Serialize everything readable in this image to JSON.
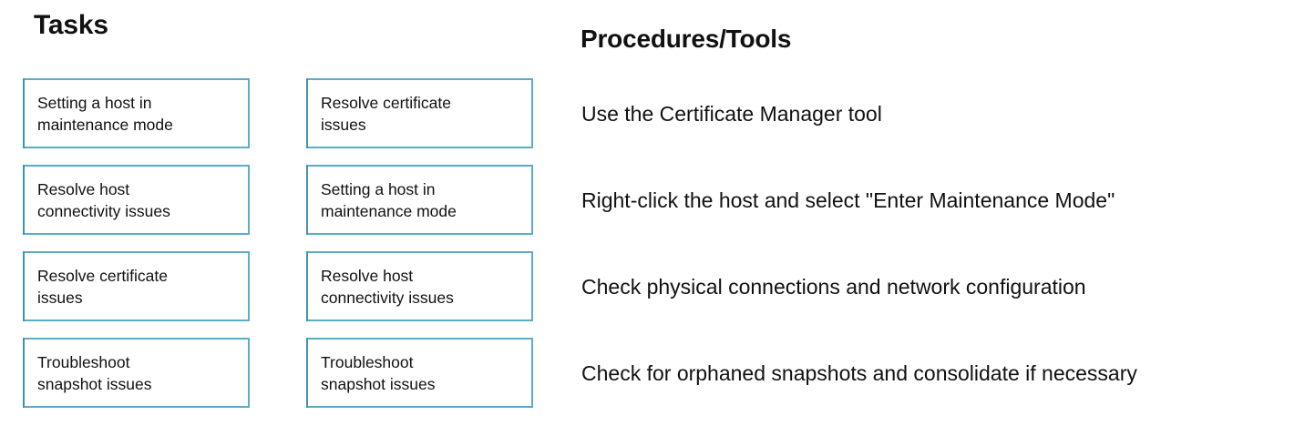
{
  "columns": {
    "tasks_heading": "Tasks",
    "procedures_heading": "Procedures/Tools"
  },
  "theme": {
    "box_border_color": "#5badc7",
    "box_border_shadow_color": "#3f93ad",
    "background_color": "#ffffff",
    "text_color": "#111111"
  },
  "tasks_left": [
    {
      "label": "Setting a host in\nmaintenance mode"
    },
    {
      "label": "Resolve host\nconnectivity issues"
    },
    {
      "label": "Resolve certificate\nissues"
    },
    {
      "label": "Troubleshoot\nsnapshot  issues"
    }
  ],
  "tasks_right": [
    {
      "label": "Resolve certificate\nissues"
    },
    {
      "label": "Setting a host in\nmaintenance mode"
    },
    {
      "label": "Resolve host\nconnectivity issues"
    },
    {
      "label": "Troubleshoot\nsnapshot  issues"
    }
  ],
  "procedures": [
    {
      "text": "Use the Certificate Manager tool"
    },
    {
      "text": "Right-click the host and select \"Enter Maintenance Mode\""
    },
    {
      "text": "Check physical connections and network configuration"
    },
    {
      "text": "Check for orphaned snapshots and consolidate if necessary"
    }
  ]
}
